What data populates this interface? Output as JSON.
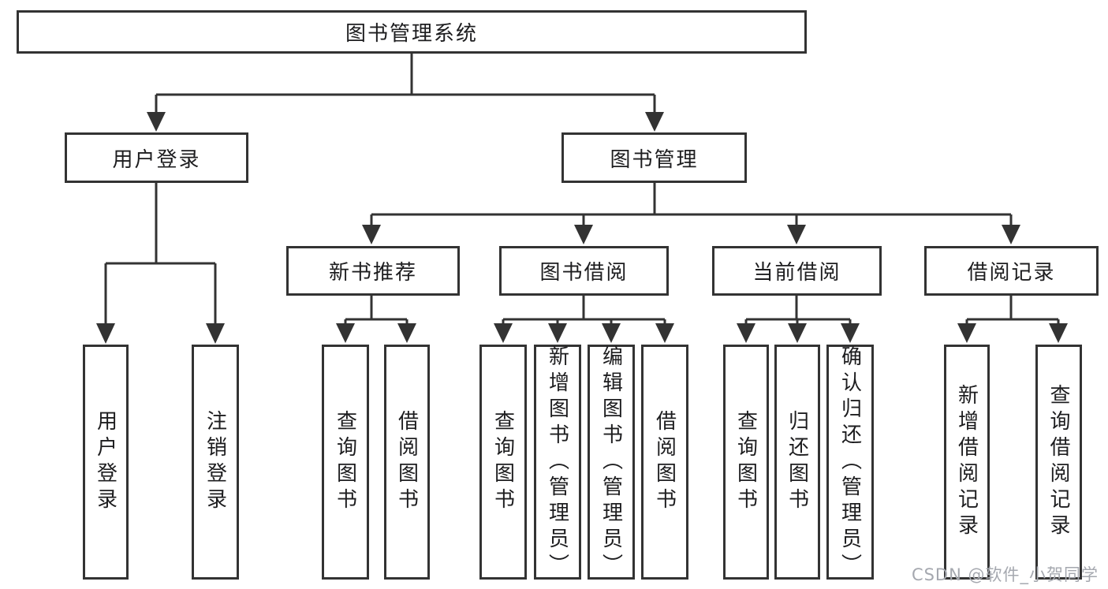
{
  "diagram": {
    "tree": {
      "root": {
        "label": "图书管理系统"
      },
      "branches": [
        {
          "label": "用户登录",
          "children": [
            "用户登录",
            "注销登录"
          ]
        },
        {
          "label": "图书管理",
          "children": [
            {
              "label": "新书推荐",
              "children": [
                "查询图书",
                "借阅图书"
              ]
            },
            {
              "label": "图书借阅",
              "children": [
                "查询图书",
                "新增图书（管理员）",
                "编辑图书（管理员）",
                "借阅图书"
              ]
            },
            {
              "label": "当前借阅",
              "children": [
                "查询图书",
                "归还图书",
                "确认归还（管理员）"
              ]
            },
            {
              "label": "借阅记录",
              "children": [
                "新增借阅记录",
                "查询借阅记录"
              ]
            }
          ]
        }
      ]
    },
    "colors": {
      "line": "#333333",
      "text": "#1d1d1f",
      "background": "#ffffff",
      "watermark": "#a5a8af"
    }
  },
  "watermark": {
    "text": "CSDN @软件_小贺同学"
  }
}
